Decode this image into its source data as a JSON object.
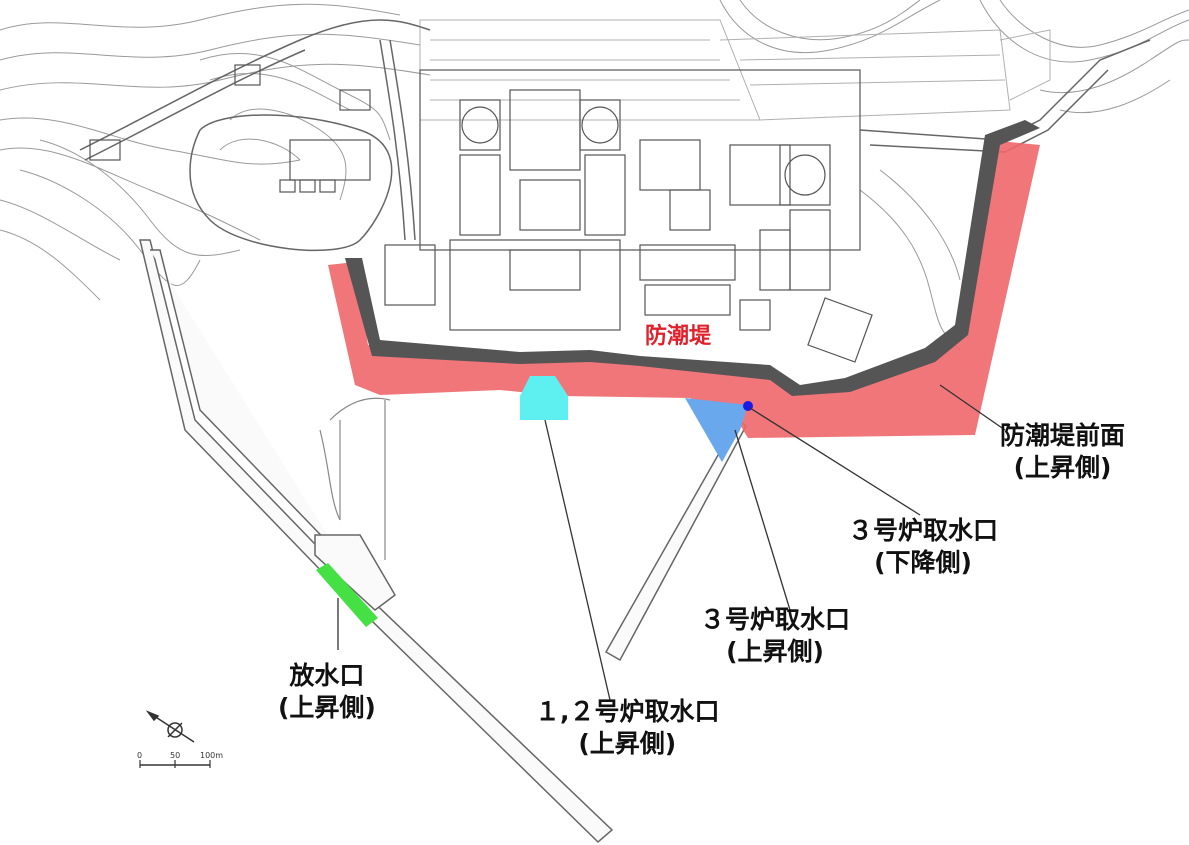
{
  "labels": {
    "seawall": "防潮堤",
    "seawall_front": {
      "name": "防潮堤前面",
      "side": "(上昇側)"
    },
    "unit3_intake_down": {
      "name": "３号炉取水口",
      "side": "(下降側)"
    },
    "unit3_intake_up": {
      "name": "３号炉取水口",
      "side": "(上昇側)"
    },
    "unit12_intake": {
      "name": "１,２号炉取水口",
      "side": "(上昇側)"
    },
    "outfall": {
      "name": "放水口",
      "side": "(上昇側)"
    }
  },
  "scale_bar": {
    "ticks": [
      "0",
      "50",
      "100m"
    ]
  },
  "colors": {
    "seawall_area": "#f0676c",
    "seawall_wall": "#555555",
    "unit12_intake": "#5ef0f0",
    "unit3_intake_up": "#6aa8ee",
    "unit3_intake_down": "#1a1ae6",
    "outfall": "#44e044"
  }
}
